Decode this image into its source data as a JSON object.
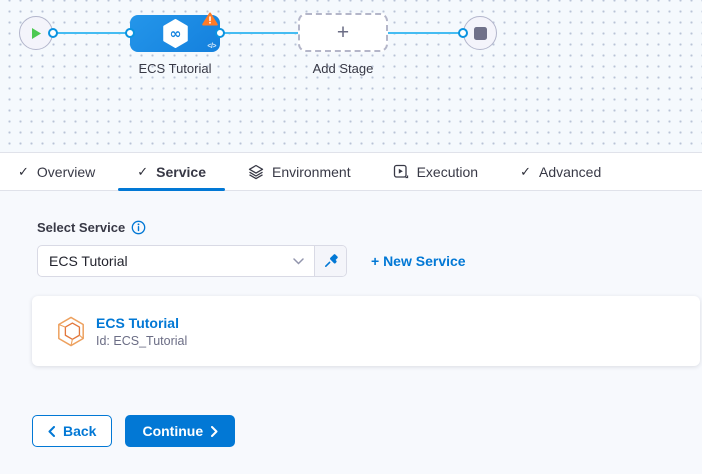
{
  "colors": {
    "accent": "#0278d5",
    "node_blue": "#1a8ae4",
    "edge_blue": "#45bcf2",
    "warning_orange": "#ff7b26",
    "success_green": "#4dc952",
    "card_icon_orange": "#e9935c"
  },
  "pipeline": {
    "stage": {
      "label": "ECS Tutorial",
      "code_glyph": "</>"
    },
    "add_stage": {
      "label": "Add Stage",
      "plus_glyph": "+"
    }
  },
  "tabs": {
    "check_glyph": "✓",
    "items": [
      {
        "label": "Overview",
        "icon": "check-icon"
      },
      {
        "label": "Service",
        "icon": "check-icon",
        "active": true
      },
      {
        "label": "Environment",
        "icon": "layers-diamond-icon"
      },
      {
        "label": "Execution",
        "icon": "play-square-icon"
      },
      {
        "label": "Advanced",
        "icon": "check-icon"
      }
    ]
  },
  "service_form": {
    "label": "Select Service",
    "select_value": "ECS Tutorial",
    "new_service_link": "+ New Service",
    "card": {
      "title": "ECS Tutorial",
      "id_line": "Id: ECS_Tutorial"
    }
  },
  "footer": {
    "back_label": "Back",
    "continue_label": "Continue"
  }
}
